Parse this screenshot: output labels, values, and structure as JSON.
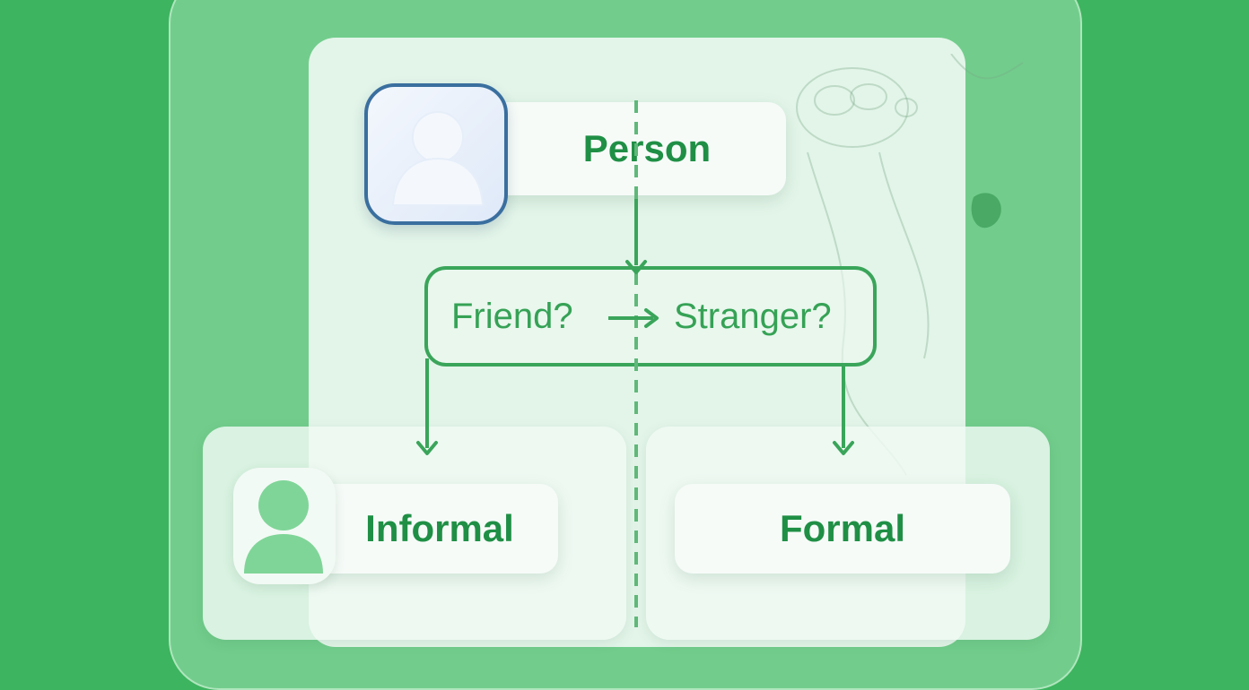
{
  "nodes": {
    "person": "Person",
    "friend": "Friend?",
    "stranger": "Stranger?",
    "informal": "Informal",
    "formal": "Formal"
  },
  "icons": {
    "top_avatar": "user-avatar-icon",
    "left_avatar": "user-icon",
    "decision_arrow": "arrow-right-icon"
  },
  "colors": {
    "background": "#3db45f",
    "text_green": "#1f8f45",
    "line_green": "#3aa55a",
    "avatar_border": "#3a6f9f"
  }
}
